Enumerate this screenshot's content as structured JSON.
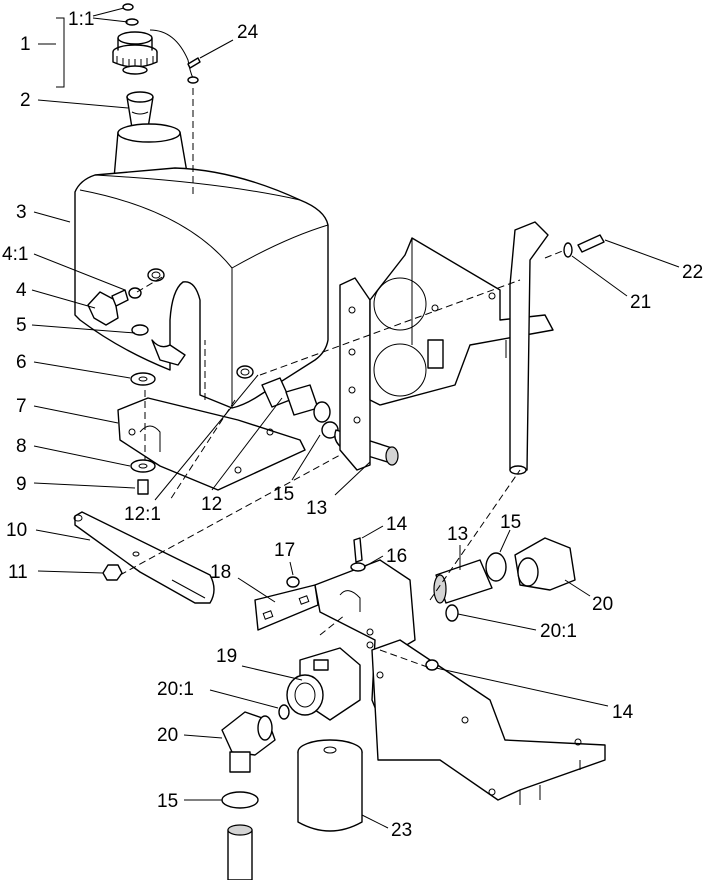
{
  "callouts": [
    {
      "id": "c1",
      "text": "1"
    },
    {
      "id": "c1-1",
      "text": "1:1"
    },
    {
      "id": "c2",
      "text": "2"
    },
    {
      "id": "c3",
      "text": "3"
    },
    {
      "id": "c4-1",
      "text": "4:1"
    },
    {
      "id": "c4",
      "text": "4"
    },
    {
      "id": "c5",
      "text": "5"
    },
    {
      "id": "c6",
      "text": "6"
    },
    {
      "id": "c7",
      "text": "7"
    },
    {
      "id": "c8",
      "text": "8"
    },
    {
      "id": "c9",
      "text": "9"
    },
    {
      "id": "c10",
      "text": "10"
    },
    {
      "id": "c11",
      "text": "11"
    },
    {
      "id": "c12-1",
      "text": "12:1"
    },
    {
      "id": "c12",
      "text": "12"
    },
    {
      "id": "c15a",
      "text": "15"
    },
    {
      "id": "c13a",
      "text": "13"
    },
    {
      "id": "c24",
      "text": "24"
    },
    {
      "id": "c22",
      "text": "22"
    },
    {
      "id": "c21",
      "text": "21"
    },
    {
      "id": "c14a",
      "text": "14"
    },
    {
      "id": "c16",
      "text": "16"
    },
    {
      "id": "c17",
      "text": "17"
    },
    {
      "id": "c18",
      "text": "18"
    },
    {
      "id": "c13b",
      "text": "13"
    },
    {
      "id": "c15b",
      "text": "15"
    },
    {
      "id": "c20a",
      "text": "20"
    },
    {
      "id": "c20-1a",
      "text": "20:1"
    },
    {
      "id": "c19",
      "text": "19"
    },
    {
      "id": "c20-1b",
      "text": "20:1"
    },
    {
      "id": "c20b",
      "text": "20"
    },
    {
      "id": "c14b",
      "text": "14"
    },
    {
      "id": "c15c",
      "text": "15"
    },
    {
      "id": "c23",
      "text": "23"
    }
  ]
}
